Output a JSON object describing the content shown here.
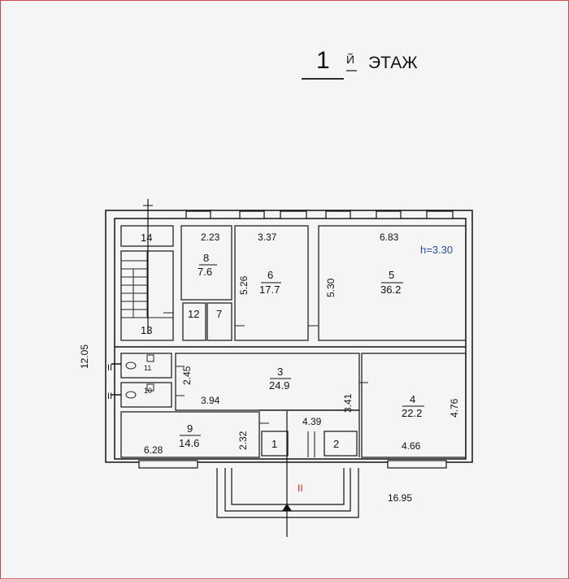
{
  "title": {
    "floor_number": "1",
    "suffix": "Й",
    "word": "ЭТАЖ"
  },
  "height_note": "h=3.30",
  "rooms": [
    {
      "id": "1",
      "area": ""
    },
    {
      "id": "2",
      "area": ""
    },
    {
      "id": "3",
      "area": "24.9"
    },
    {
      "id": "4",
      "area": "22.2"
    },
    {
      "id": "5",
      "area": "36.2"
    },
    {
      "id": "6",
      "area": "17.7"
    },
    {
      "id": "7",
      "area": ""
    },
    {
      "id": "8",
      "area": "7.6"
    },
    {
      "id": "9",
      "area": "14.6"
    },
    {
      "id": "10",
      "area": ""
    },
    {
      "id": "11",
      "area": ""
    },
    {
      "id": "12",
      "area": ""
    },
    {
      "id": "13",
      "area": ""
    },
    {
      "id": "14",
      "area": ""
    }
  ],
  "dimensions": {
    "d_2_23": "2.23",
    "d_3_37": "3.37",
    "d_6_83": "6.83",
    "d_5_26": "5.26",
    "d_5_30": "5.30",
    "d_12_05": "12.05",
    "d_2_45": "2.45",
    "d_3_94": "3.94",
    "d_3_41": "3.41",
    "d_4_76": "4.76",
    "d_4_39": "4.39",
    "d_2_32": "2.32",
    "d_6_28": "6.28",
    "d_4_66": "4.66",
    "d_16_95": "16.95"
  },
  "section_mark_left": "II",
  "section_mark_entry": "II",
  "colors": {
    "line": "#111111",
    "section_mark": "#cc2222",
    "height_note": "#2a4f9e",
    "frame": "#c94a4a"
  }
}
